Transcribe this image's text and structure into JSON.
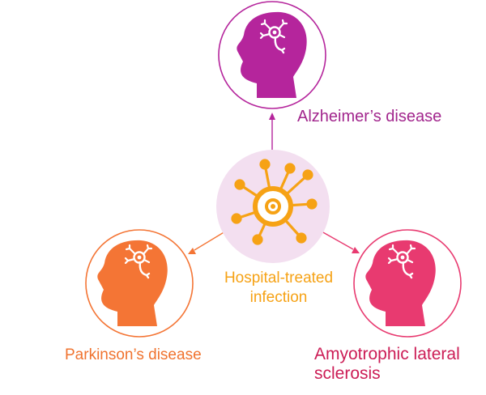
{
  "nodes": {
    "center": {
      "label_line1": "Hospital-treated",
      "label_line2": "infection"
    },
    "alzheimers": {
      "label": "Alzheimer’s disease"
    },
    "parkinsons": {
      "label": "Parkinson’s disease"
    },
    "als": {
      "label_line1": "Amyotrophic lateral",
      "label_line2": "sclerosis"
    }
  },
  "colors": {
    "alzheimers": "#b5259c",
    "parkinsons": "#f47535",
    "als": "#e83a70",
    "center_fill": "#f3dff0",
    "virus": "#f6a215",
    "alz_label": "#a2268d",
    "park_label": "#f0732f",
    "als_label": "#cc1d56"
  },
  "icons": {
    "brain": "neuron-icon",
    "pathogen": "virus-icon"
  }
}
